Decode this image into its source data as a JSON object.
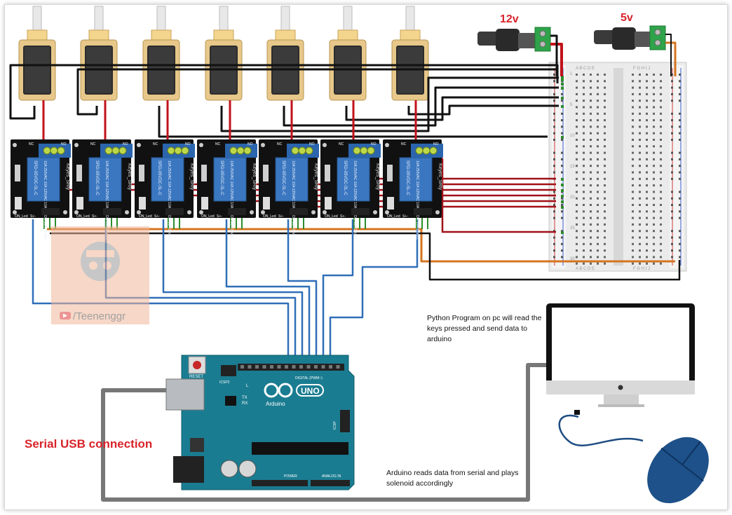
{
  "labels": {
    "v12": "12v",
    "v5": "5v",
    "serial_usb": "Serial USB connection",
    "python_note": "Python Program on pc will read the keys pressed and send data to arduino",
    "arduino_note": "Arduino reads data from serial and plays solenoid accordingly",
    "watermark": "/Teenenggr"
  },
  "relay": {
    "nc": "NC",
    "no": "NO",
    "model": "SRD-05VDC-SL-C",
    "brand": "Keyes_SRly",
    "ratings": "10A 250VAC 10A 125VAC 10A 30VDC 10A 28VDC",
    "led_label": "ON_Led",
    "pin_label": "S+-"
  },
  "arduino": {
    "reset": "RESET",
    "icsp2": "ICSP2",
    "icsp": "ICSP",
    "uno": "UNO",
    "brand": "Arduino",
    "digital": "DIGITAL (PWM~)",
    "power": "POWER",
    "analog": "ANALOG IN",
    "tx": "TX",
    "rx": "RX",
    "l": "L"
  },
  "breadboard": {
    "cols_left": "A B C D E",
    "cols_right": "F G H I J",
    "row_numbers": [
      "1",
      "5",
      "10",
      "15",
      "20",
      "25",
      "30"
    ]
  },
  "colors": {
    "wire_red": "#c1121b",
    "wire_black": "#111111",
    "wire_blue": "#2f6fb8",
    "wire_orange": "#d4741f",
    "wire_green": "#2c8c2c",
    "relay_blue": "#3b77c0",
    "arduino_teal": "#1a7c91",
    "solenoid_gold": "#e7c88a",
    "label_red": "#d8232a"
  }
}
